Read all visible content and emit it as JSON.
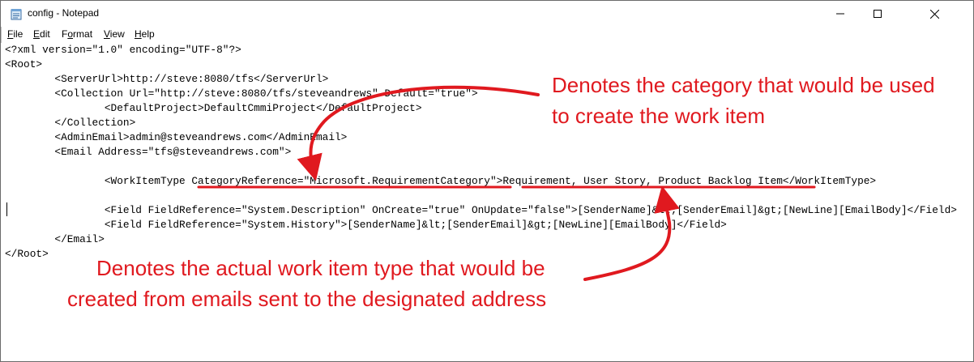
{
  "window": {
    "title": "config - Notepad",
    "controls": {
      "minimize": "–",
      "maximize": "□",
      "close": "✕"
    }
  },
  "menu": {
    "file": {
      "u": "F",
      "rest": "ile"
    },
    "edit": {
      "u": "E",
      "rest": "dit"
    },
    "format": {
      "pre": "F",
      "u": "o",
      "rest": "rmat"
    },
    "view": {
      "u": "V",
      "rest": "iew"
    },
    "help": {
      "u": "H",
      "rest": "elp"
    }
  },
  "code_lines": [
    "<?xml version=\"1.0\" encoding=\"UTF-8\"?>",
    "<Root>",
    "        <ServerUrl>http://steve:8080/tfs</ServerUrl>",
    "        <Collection Url=\"http://steve:8080/tfs/steveandrews\" Default=\"true\">",
    "                <DefaultProject>DefaultCmmiProject</DefaultProject>",
    "        </Collection>",
    "        <AdminEmail>admin@steveandrews.com</AdminEmail>",
    "        <Email Address=\"tfs@steveandrews.com\">",
    "",
    "                <WorkItemType CategoryReference=\"Microsoft.RequirementCategory\">Requirement, User Story, Product Backlog Item</WorkItemType>",
    "",
    "                <Field FieldReference=\"System.Description\" OnCreate=\"true\" OnUpdate=\"false\">[SenderName]&lt;[SenderEmail]&gt;[NewLine][EmailBody]</Field>",
    "                <Field FieldReference=\"System.History\">[SenderName]&lt;[SenderEmail]&gt;[NewLine][EmailBody]</Field>",
    "        </Email>",
    "</Root>"
  ],
  "annotations": {
    "category": [
      "Denotes the category that would be used",
      "to create the work item"
    ],
    "worktype": [
      "Denotes the actual work item type that would be",
      "created from emails sent to the designated address"
    ]
  },
  "colors": {
    "annotation": "#e0191f",
    "text": "#000000",
    "frame": "#6b6b6b"
  }
}
